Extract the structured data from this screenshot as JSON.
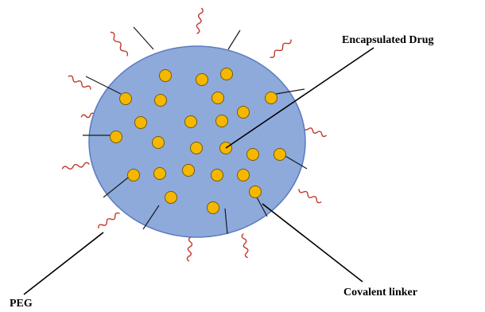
{
  "diagram": {
    "labels": {
      "encapsulated_drug": "Encapsulated Drug",
      "covalent_linker": "Covalent linker",
      "peg": "PEG"
    },
    "colors": {
      "nanoparticle_fill": "#8eaadb",
      "nanoparticle_stroke": "#5a7bbf",
      "drug_fill": "#f5b800",
      "drug_stroke": "#7a5a00",
      "peg_chain": "#c0392b",
      "linker_line": "#1a1a1a",
      "pointer_line": "#000000"
    }
  }
}
